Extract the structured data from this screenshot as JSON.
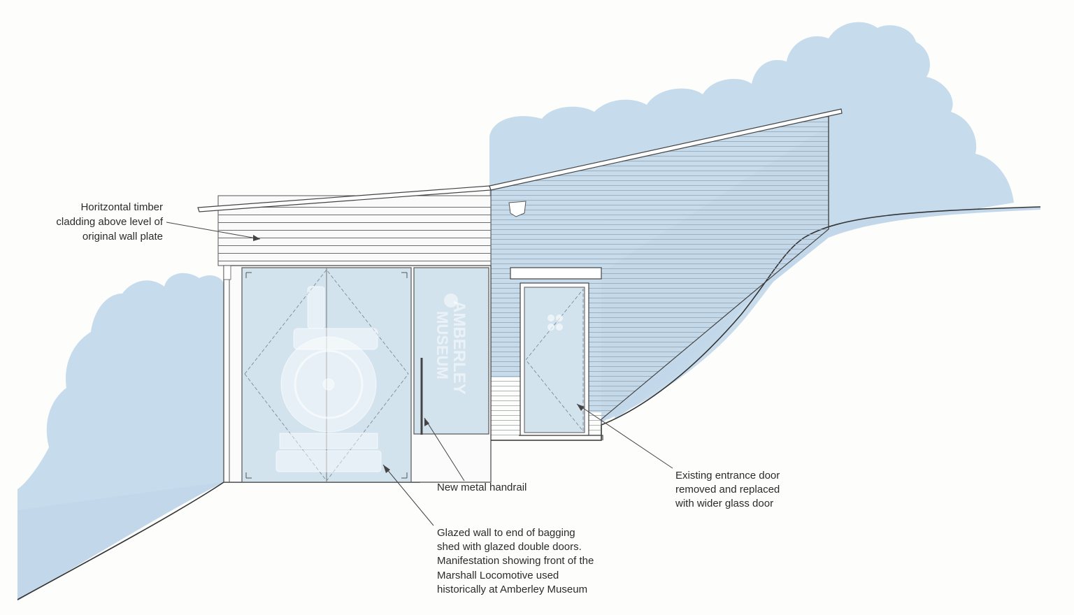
{
  "annotations": {
    "cladding": {
      "line1": "Horitzontal timber",
      "line2": "cladding above level of",
      "line3": "original wall plate"
    },
    "handrail": {
      "line1": "New metal handrail"
    },
    "entrance_door": {
      "line1": "Existing entrance door",
      "line2": "removed and replaced",
      "line3": "with wider glass door"
    },
    "glazed_wall": {
      "line1": "Glazed wall to end of bagging",
      "line2": "shed with glazed double doors.",
      "line3": "Manifestation showing front of the",
      "line4": "Marshall Locomotive used",
      "line5": "historically at Amberley Museum"
    }
  },
  "manifestation": {
    "logo_line1": "AMBERLEY",
    "logo_line2": "MUSEUM"
  },
  "colors": {
    "foliage": "#c6dbeb",
    "ground": "#c2d8ea",
    "glass": "#d3e3ee",
    "line": "#3a3a3a"
  }
}
